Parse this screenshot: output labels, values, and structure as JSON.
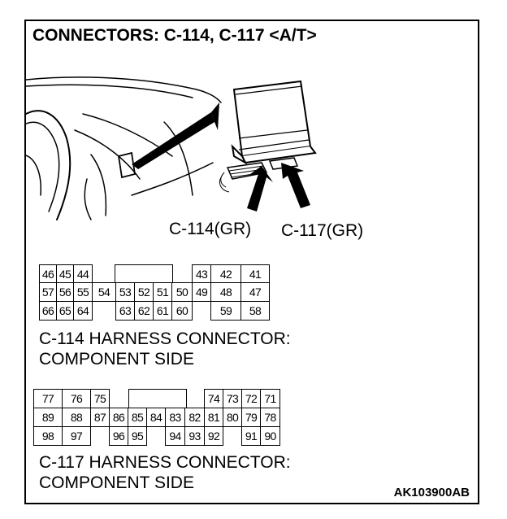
{
  "title": "CONNECTORS: C-114, C-117 <A/T>",
  "labels": {
    "c114": "C-114(GR)",
    "c117": "C-117(GR)"
  },
  "c114": {
    "row1": [
      "46",
      "45",
      "44",
      "43",
      "42",
      "41"
    ],
    "row2": [
      "57",
      "56",
      "55",
      "54",
      "53",
      "52",
      "51",
      "50",
      "49",
      "48",
      "47"
    ],
    "row3": [
      "66",
      "65",
      "64",
      "63",
      "62",
      "61",
      "60",
      "59",
      "58"
    ],
    "caption_line1": "C-114 HARNESS CONNECTOR:",
    "caption_line2": "COMPONENT SIDE"
  },
  "c117": {
    "row1": [
      "77",
      "76",
      "75",
      "74",
      "73",
      "72",
      "71"
    ],
    "row2": [
      "89",
      "88",
      "87",
      "86",
      "85",
      "84",
      "83",
      "82",
      "81",
      "80",
      "79",
      "78"
    ],
    "row3": [
      "98",
      "97",
      "96",
      "95",
      "94",
      "93",
      "92",
      "91",
      "90"
    ],
    "caption_line1": "C-117 HARNESS CONNECTOR:",
    "caption_line2": "COMPONENT SIDE"
  },
  "figure_code": "AK103900AB"
}
